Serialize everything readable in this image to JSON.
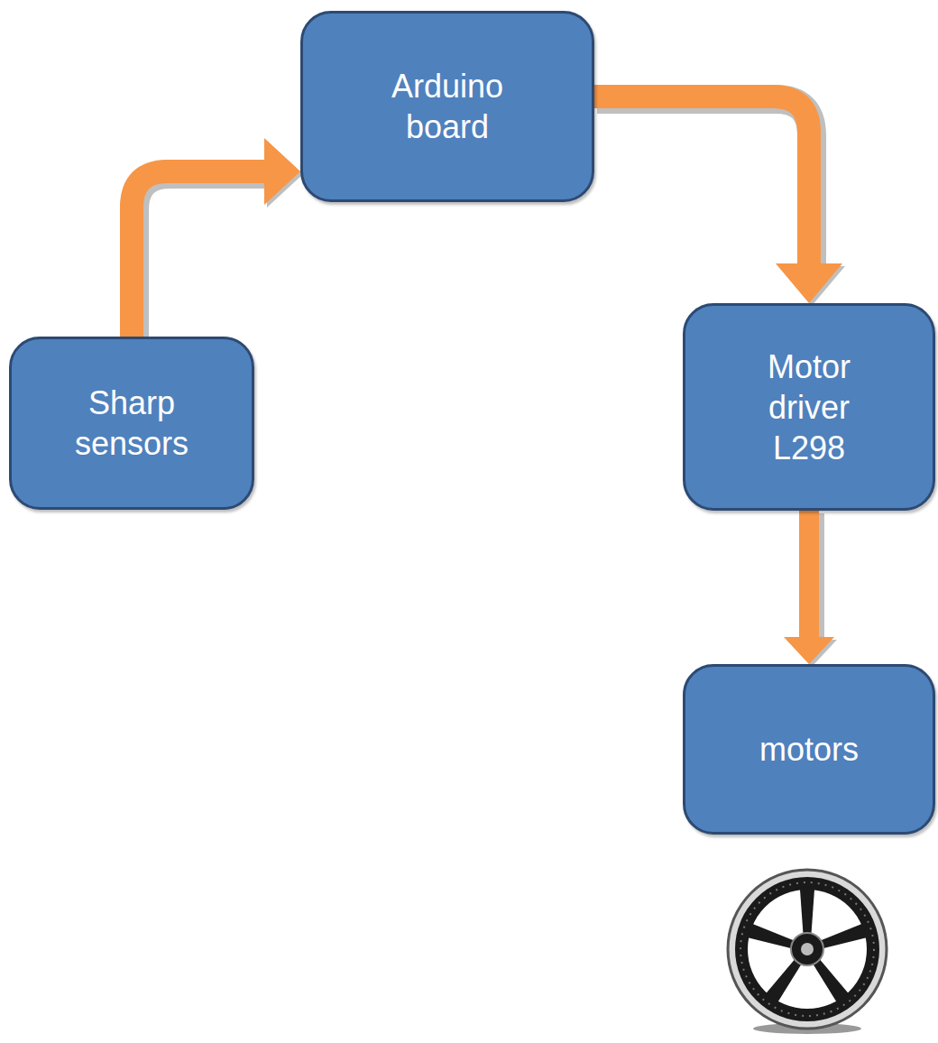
{
  "diagram": {
    "nodes": [
      {
        "text": [
          "Sharp sensors"
        ]
      },
      {
        "text": [
          "Arduino board"
        ]
      },
      {
        "text": [
          "Motor driver L298"
        ]
      },
      {
        "text": [
          "motors"
        ]
      }
    ],
    "edges": [
      {
        "from": 0,
        "to": 1,
        "arrow": "to"
      },
      {
        "from": 1,
        "to": 2,
        "arrow": "to"
      },
      {
        "from": 2,
        "to": 3,
        "arrow": "to"
      }
    ]
  }
}
